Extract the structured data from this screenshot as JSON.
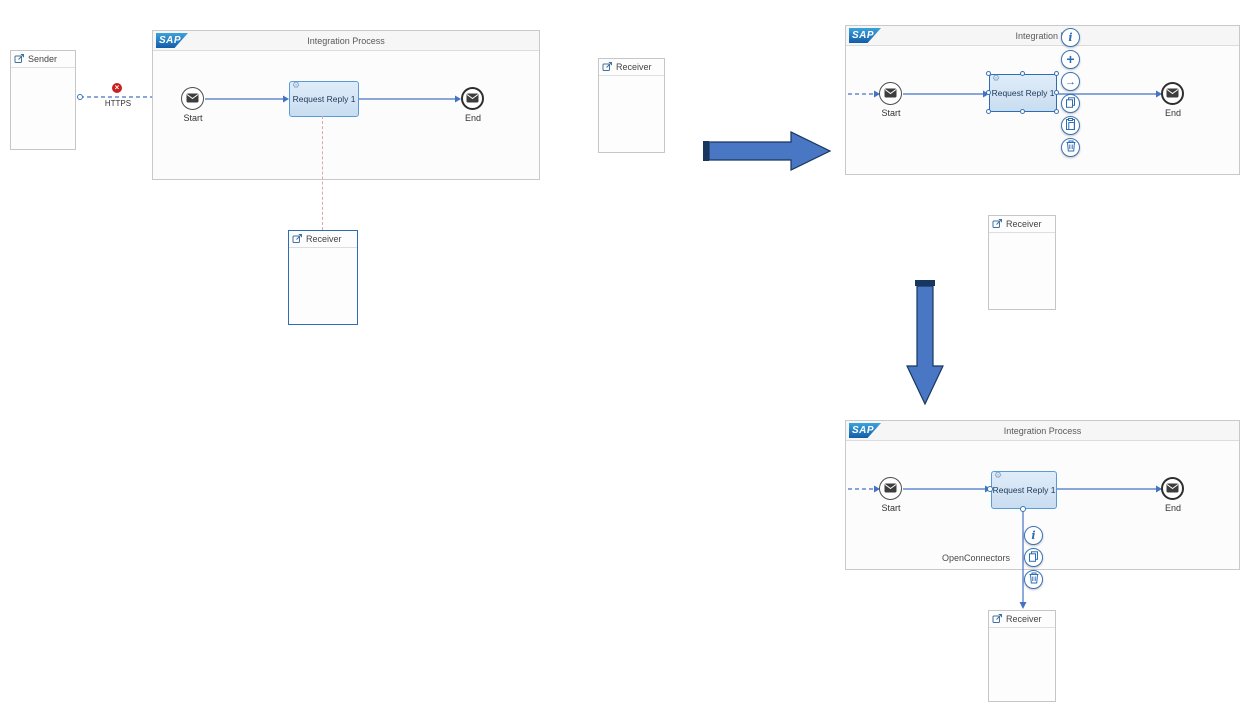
{
  "logo": {
    "text": "SAP"
  },
  "panels": {
    "left": {
      "title": "Integration Process"
    },
    "top_right": {
      "title": "Integration Pr"
    },
    "bottom_right": {
      "title": "Integration Process"
    }
  },
  "participants": {
    "sender": "Sender",
    "receiver": "Receiver"
  },
  "flow": {
    "start": "Start",
    "end": "End",
    "request_reply": "Request Reply 1",
    "https": "HTTPS",
    "openconnectors": "OpenConnectors"
  },
  "icon_glyphs": {
    "gear": "⚙",
    "error_x": "×",
    "info": "i",
    "plus": "+",
    "connect_arrow": "→"
  },
  "colors": {
    "flow_blue": "#4472c4",
    "step_fill_top": "#e0edf9",
    "step_fill_bottom": "#c8ddf1",
    "step_border": "#5b9bd5",
    "selection_blue": "#2e6db4",
    "error_red": "#c9201f",
    "guide_pink": "#dba9a9",
    "tutorial_arrow_fill": "#4a77c4",
    "tutorial_arrow_edge": "#17375e",
    "sap_logo_blue": "#135da8",
    "panel_border": "#c9c9c9"
  }
}
